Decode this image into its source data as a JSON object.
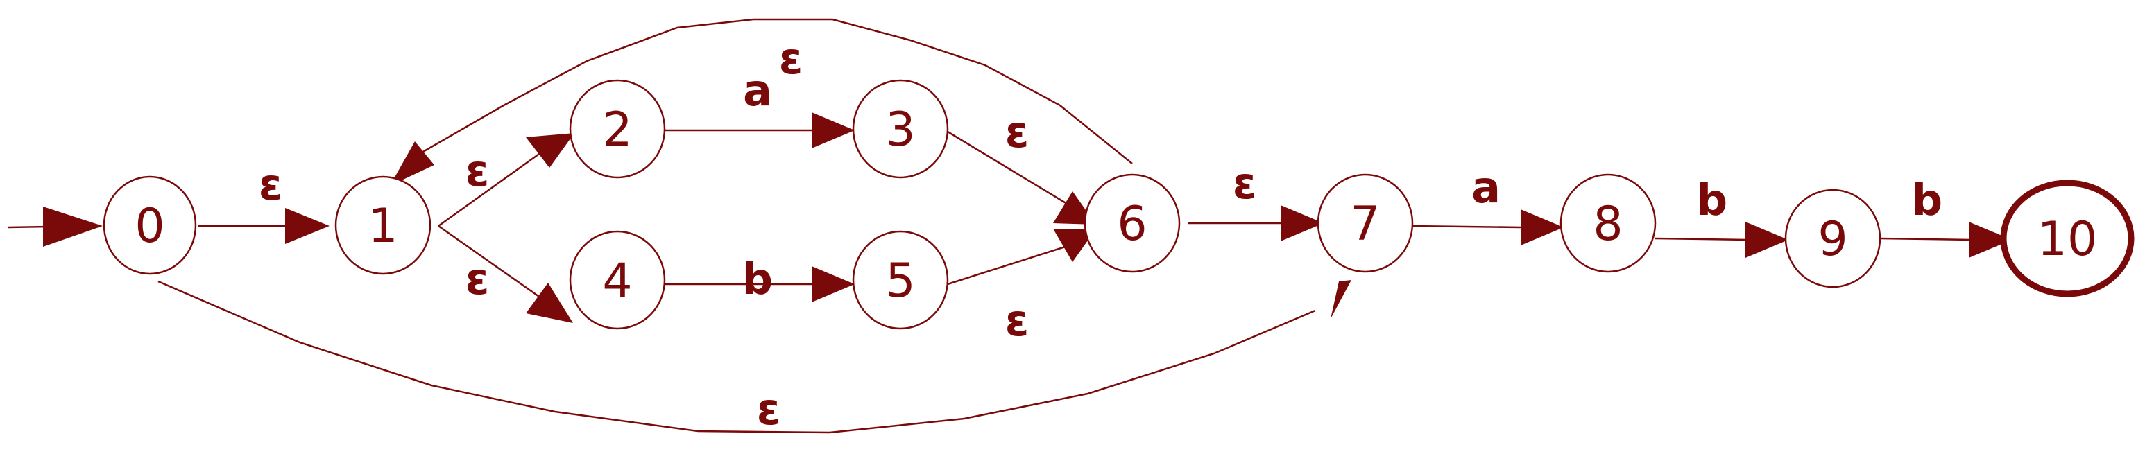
{
  "diagram": {
    "colors": {
      "ink": "#7a0a0a",
      "background": "#ffffff"
    },
    "start_state": "0",
    "accept_states": [
      "10"
    ],
    "states": [
      {
        "id": "s0",
        "label": "0"
      },
      {
        "id": "s1",
        "label": "1"
      },
      {
        "id": "s2",
        "label": "2"
      },
      {
        "id": "s3",
        "label": "3"
      },
      {
        "id": "s4",
        "label": "4"
      },
      {
        "id": "s5",
        "label": "5"
      },
      {
        "id": "s6",
        "label": "6"
      },
      {
        "id": "s7",
        "label": "7"
      },
      {
        "id": "s8",
        "label": "8"
      },
      {
        "id": "s9",
        "label": "9"
      },
      {
        "id": "s10",
        "label": "10"
      }
    ],
    "transitions": [
      {
        "id": "e0-1",
        "from": "0",
        "to": "1",
        "label": "ε"
      },
      {
        "id": "e1-2",
        "from": "1",
        "to": "2",
        "label": "ε"
      },
      {
        "id": "e1-4",
        "from": "1",
        "to": "4",
        "label": "ε"
      },
      {
        "id": "e2-3",
        "from": "2",
        "to": "3",
        "label": "a"
      },
      {
        "id": "e4-5",
        "from": "4",
        "to": "5",
        "label": "b"
      },
      {
        "id": "e3-6",
        "from": "3",
        "to": "6",
        "label": "ε"
      },
      {
        "id": "e5-6",
        "from": "5",
        "to": "6",
        "label": "ε"
      },
      {
        "id": "e6-1",
        "from": "6",
        "to": "1",
        "label": "ε"
      },
      {
        "id": "e6-7",
        "from": "6",
        "to": "7",
        "label": "ε"
      },
      {
        "id": "e0-7",
        "from": "0",
        "to": "7",
        "label": "ε"
      },
      {
        "id": "e7-8",
        "from": "7",
        "to": "8",
        "label": "a"
      },
      {
        "id": "e8-9",
        "from": "8",
        "to": "9",
        "label": "b"
      },
      {
        "id": "e9-10",
        "from": "9",
        "to": "10",
        "label": "b"
      }
    ]
  }
}
